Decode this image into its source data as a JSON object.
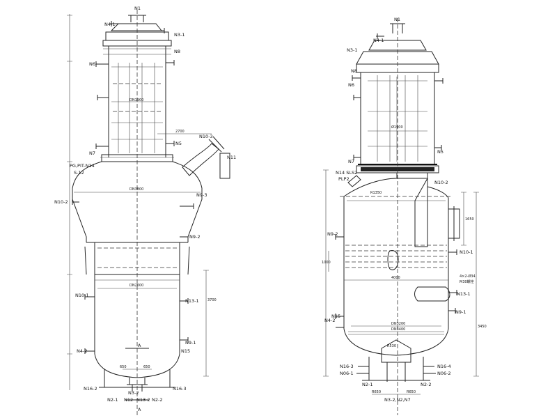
{
  "left_drawing": {
    "nozzles": {
      "n1": "N1",
      "n4_1": "N4-1",
      "n3_1": "N3-1",
      "n8": "N8",
      "n6": "N6",
      "n7": "N7",
      "n5": "N5",
      "n10_3": "N10-3",
      "n11": "N11",
      "pg_pit_n14": "PG,PIT-N14",
      "s12": "S-12",
      "n9_3": "N9-3",
      "n10_2": "N10-2",
      "n9_2": "N9-2",
      "n10_1": "N10-1",
      "n13_1": "N13-1",
      "n9_1": "N9-1",
      "n15": "N15",
      "n4_2": "N4-2",
      "n16_2": "N16-2",
      "n16_3": "N16-3",
      "n3_2": "N3-2",
      "n2_1": "N2-1",
      "n12": "N12",
      "n13_2": "N13-2",
      "n2_2": "N2-2",
      "section_a_top": "A",
      "section_a_bottom": "A"
    },
    "dims": {
      "dn1900": "DN1900",
      "dn3800": "DN3800",
      "dn2600": "DN2600",
      "d2700": "2700",
      "d3700": "3700",
      "d650a": "650",
      "d650b": "650"
    }
  },
  "right_drawing": {
    "nozzles": {
      "n1": "N1",
      "n4_1": "N4-1",
      "n3_1": "N3-1",
      "n8": "N8",
      "n6": "N6",
      "n5": "N5",
      "n7": "N7",
      "n14_sls2": "N14 SLS2",
      "plp2": "PLP2",
      "n10_2": "N10-2",
      "n9_2": "N9-2",
      "n10_1": "N10-1",
      "n13_1": "N13-1",
      "n9_1": "N9-1",
      "n4_2": "N4-2",
      "n15": "N15",
      "n16_3": "N16-3",
      "n06_1": "N06-1",
      "n16_4": "N16-4",
      "n06_2": "N06-2",
      "n2_1": "N2-1",
      "n2_2": "N2-2",
      "n3_bottom": "N3-2,N2,N7"
    },
    "dims": {
      "dn1900": "Ø1900",
      "r1350": "R1350",
      "dn3200": "DN3200",
      "dn3400": "DN3400",
      "d4000": "4000",
      "bolts": "4×2-Ø34",
      "m30": "M30螺栓",
      "d530": "R530",
      "r650a": "R650",
      "r650b": "R650",
      "d1650": "1650",
      "d1000": "1000",
      "d3450": "3450"
    }
  }
}
